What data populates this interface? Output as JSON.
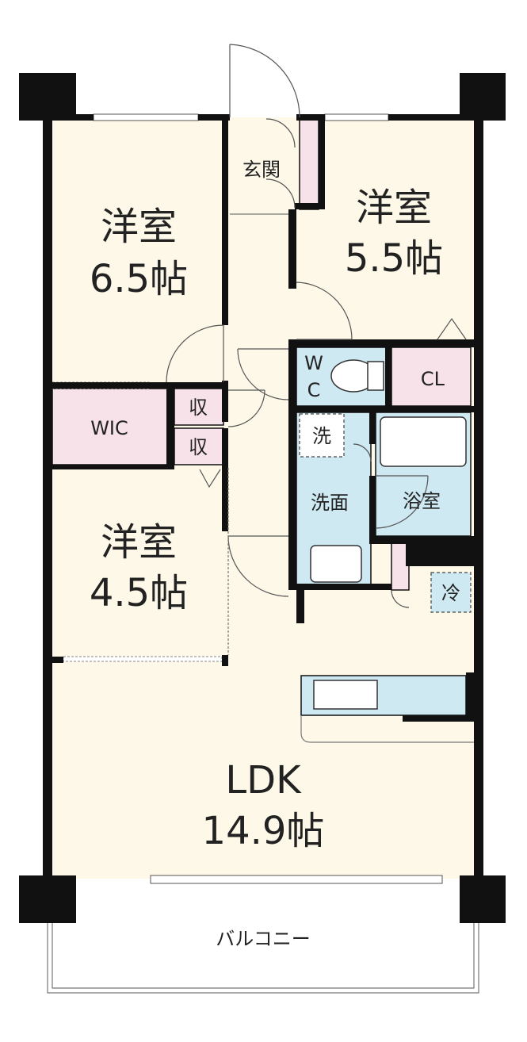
{
  "rooms": {
    "western_1": {
      "name": "洋室",
      "size": "6.5帖"
    },
    "western_2": {
      "name": "洋室",
      "size": "5.5帖"
    },
    "western_3": {
      "name": "洋室",
      "size": "4.5帖"
    },
    "ldk": {
      "name": "LDK",
      "size": "14.9帖"
    },
    "entrance": "玄関",
    "wic": "WIC",
    "storage_1": "収",
    "storage_2": "収",
    "closet": "CL",
    "wc_1": "W",
    "wc_2": "C",
    "washroom": "洗面",
    "washer": "洗",
    "bathroom": "浴室",
    "fridge": "冷",
    "balcony": "バルコニー"
  },
  "colors": {
    "floor": "#fdf8e8",
    "storage": "#f7e2ea",
    "water": "#cfe9f3",
    "wall": "#111111"
  }
}
